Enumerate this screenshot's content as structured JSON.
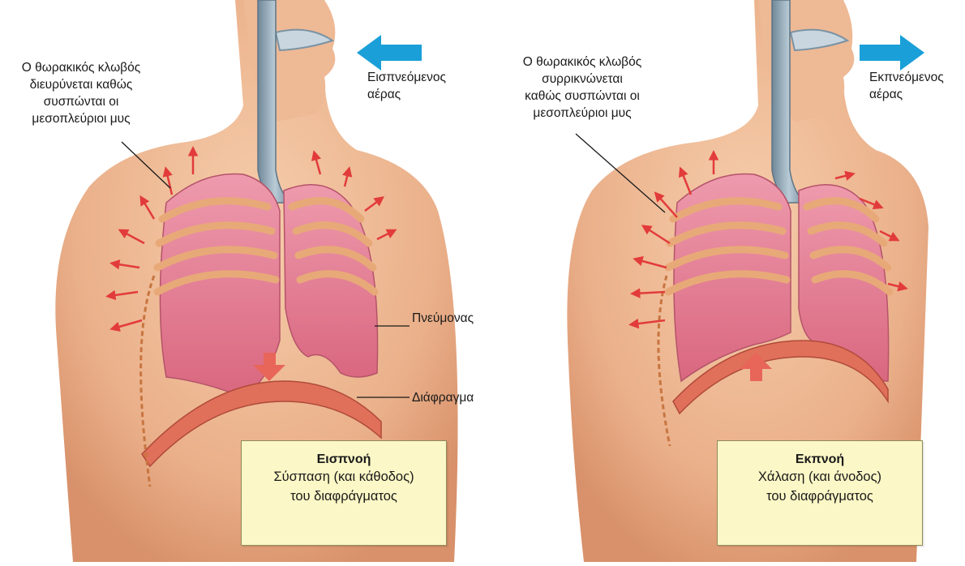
{
  "panels": [
    {
      "id": "inhalation",
      "rib_label": [
        "Ο θωρακικός κλωβός",
        "διευρύνεται καθώς",
        "συσπώνται οι",
        "μεσοπλεύριοι μυς"
      ],
      "air_label": [
        "Εισπνεόμενος",
        "αέρας"
      ],
      "lung_label": "Πνεύμονας",
      "diaphragm_label": "Διάφραγμα",
      "caption": {
        "title": "Εισπνοή",
        "line1": "Σύσπαση (και κάθοδος)",
        "line2": "του διαφράγματος"
      }
    },
    {
      "id": "exhalation",
      "rib_label": [
        "Ο θωρακικός κλωβός",
        "συρρικνώνεται",
        "καθώς συσπώνται οι",
        "μεσοπλεύριοι μυς"
      ],
      "air_label": [
        "Εκπνεόμενος",
        "αέρας"
      ],
      "caption": {
        "title": "Εκπνοή",
        "line1": "Χάλαση (και άνοδος)",
        "line2": "του διαφράγματος"
      }
    }
  ],
  "colors": {
    "skin": "#f0bf9b",
    "skin_shadow": "#d9936d",
    "lung": "#e87f95",
    "rib": "#f5c88a",
    "trachea": "#8fa7b8",
    "arrow_red": "#e23b3b",
    "air_arrow": "#1a9fd8",
    "caption_bg": "#fbf7c6"
  }
}
